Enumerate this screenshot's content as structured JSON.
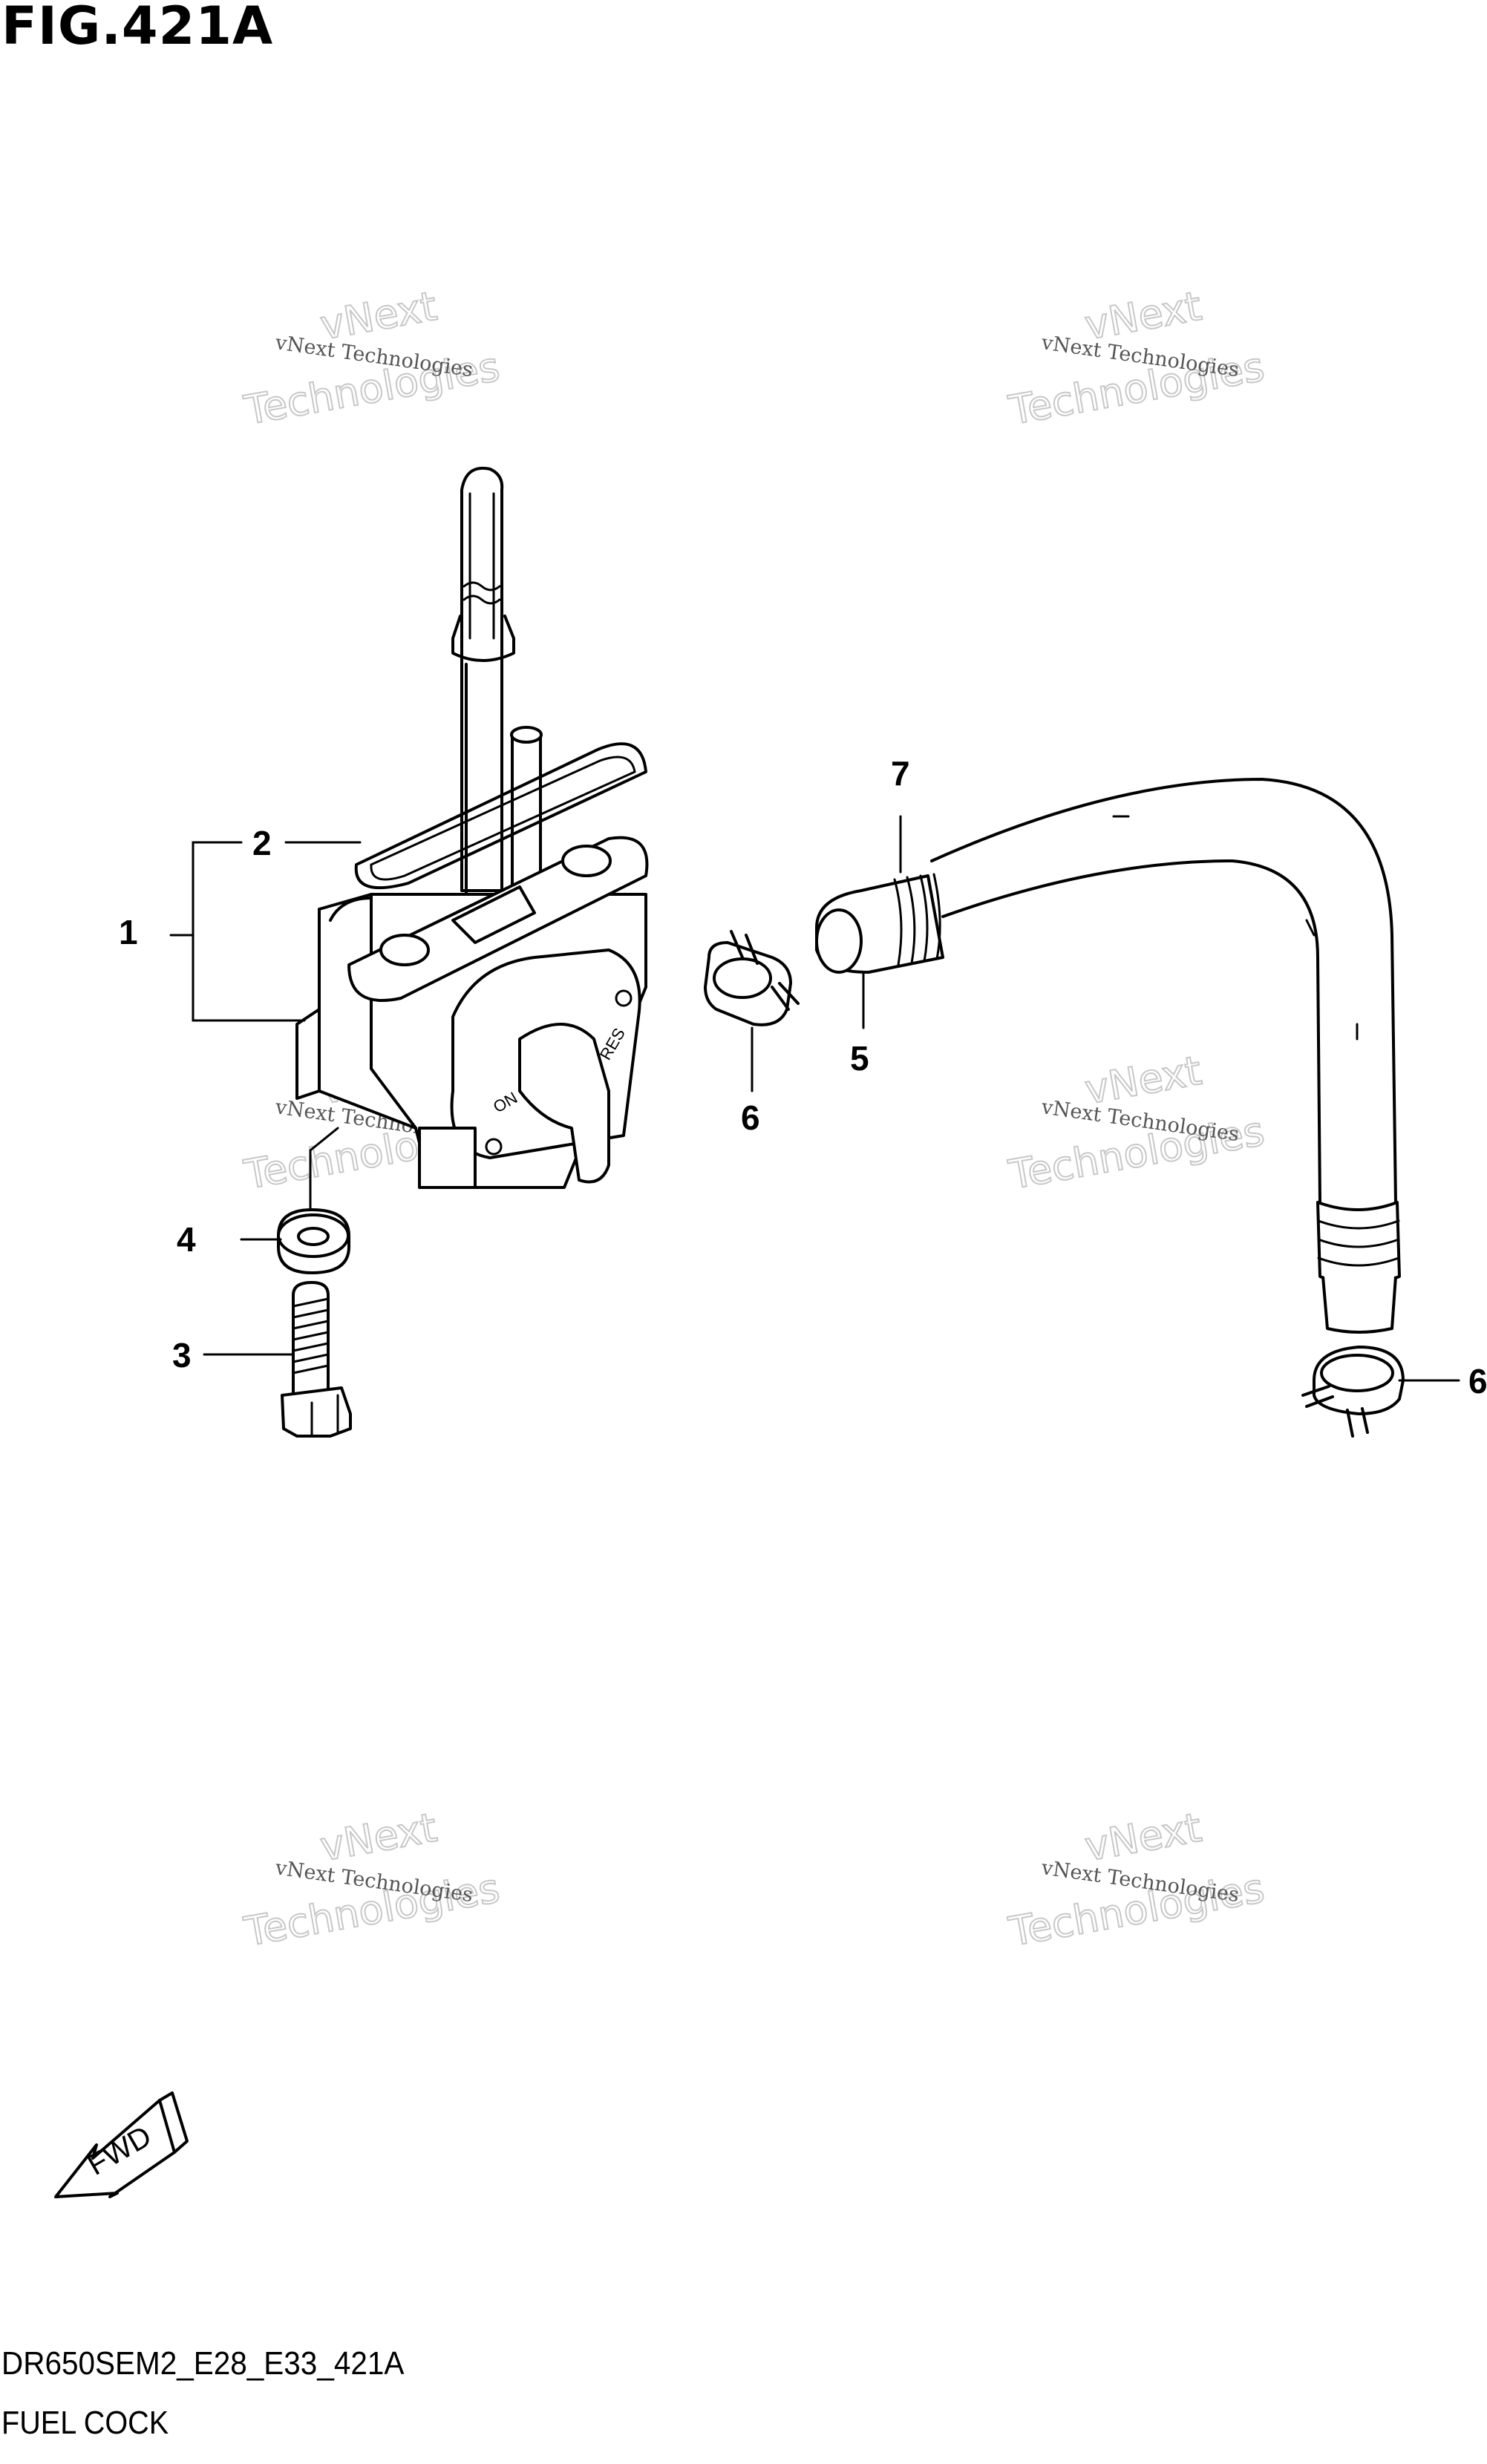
{
  "figure": {
    "title": "FIG.421A",
    "model_code": "DR650SEM2_E28_E33_421A",
    "name": "FUEL COCK"
  },
  "callouts": [
    "1",
    "2",
    "3",
    "4",
    "5",
    "6",
    "7",
    "6"
  ],
  "watermark": {
    "line1": "vNext Technologies",
    "line2": "vNext",
    "line3": "Technologies"
  },
  "fwd_label": "FWD"
}
